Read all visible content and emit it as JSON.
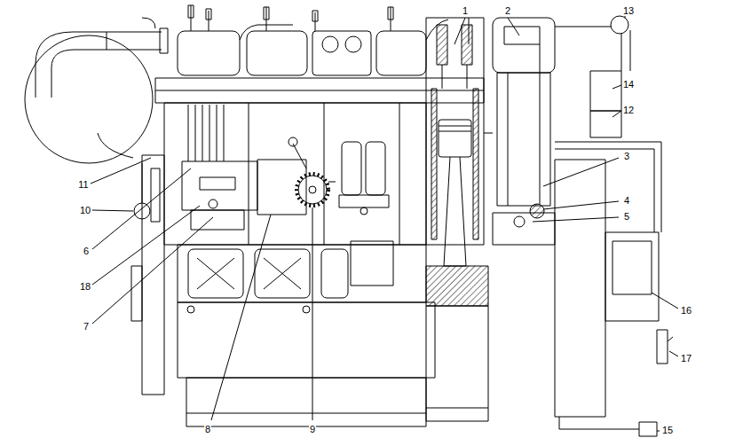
{
  "diagram": {
    "labels": [
      "1",
      "2",
      "13",
      "14",
      "12",
      "3",
      "4",
      "5",
      "11",
      "10",
      "6",
      "18",
      "7",
      "17",
      "16",
      "15",
      "8",
      "9"
    ]
  }
}
